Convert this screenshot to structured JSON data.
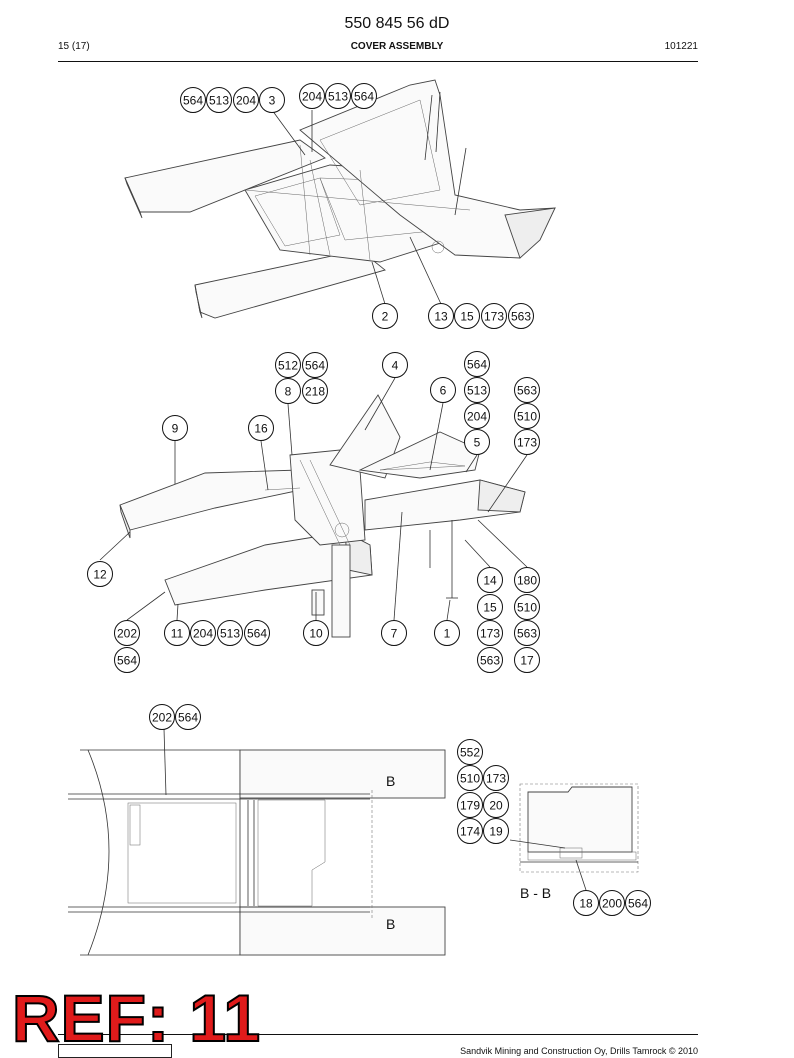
{
  "header": {
    "doc_number": "550 845 56 dD",
    "page": "15 (17)",
    "title": "COVER ASSEMBLY",
    "date": "101221"
  },
  "stamp": {
    "text": "REF: 11"
  },
  "footer": {
    "copyright": "Sandvik Mining and Construction Oy, Drills Tamrock © 2010"
  },
  "views": {
    "top": {
      "callouts": [
        "564",
        "513",
        "204",
        "3",
        "204",
        "513",
        "564",
        "2",
        "13",
        "15",
        "173",
        "563"
      ]
    },
    "middle": {
      "callouts": [
        "512",
        "564",
        "8",
        "218",
        "4",
        "564",
        "6",
        "513",
        "563",
        "9",
        "16",
        "204",
        "510",
        "5",
        "173",
        "12",
        "14",
        "180",
        "15",
        "510",
        "202",
        "11",
        "204",
        "513",
        "564",
        "10",
        "7",
        "1",
        "173",
        "563",
        "564",
        "563",
        "17"
      ]
    },
    "bottom": {
      "section_labels": [
        "B",
        "B",
        "B - B"
      ],
      "callouts": [
        "202",
        "564",
        "552",
        "510",
        "173",
        "179",
        "20",
        "174",
        "19",
        "18",
        "200",
        "564"
      ]
    }
  }
}
